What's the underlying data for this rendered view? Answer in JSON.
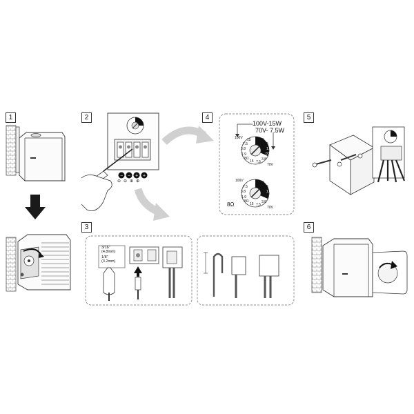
{
  "steps": [
    {
      "number": "1"
    },
    {
      "number": "2"
    },
    {
      "number": "3"
    },
    {
      "number": "4"
    },
    {
      "number": "5"
    },
    {
      "number": "6"
    }
  ],
  "step3": {
    "dim_label_1": "3/16\"",
    "dim_label_2": "(4.8mm)",
    "dim_label_3": "1/8\"",
    "dim_label_4": "(3.2mm)"
  },
  "step4": {
    "voltage_label_100v": "100V-15W",
    "voltage_label_70v": "70V- 7.5W",
    "dial_label_100v": "100V",
    "dial_label_70v": "70V",
    "impedance_label": "8Ω",
    "dial_upper_values": [
      "15",
      "7.5",
      "3.8",
      "1.9",
      "30",
      "60",
      "1.8",
      "0.9",
      "3.8",
      "7.5",
      "15",
      "8Ω"
    ],
    "dial_lower_values": [
      "7.5",
      "3.8",
      "1.9",
      "30",
      "60",
      "1.8",
      "3.8",
      "7.5",
      "15",
      "8Ω"
    ]
  },
  "step2": {
    "polarity_symbols": [
      "⊖",
      "⊖",
      "⊕",
      "⊕"
    ]
  },
  "colors": {
    "line": "#333333",
    "arrow_gray": "#cfcfcf",
    "arrow_black": "#1a1a1a",
    "panel_border": "#888888",
    "shade": "#e9e9e9"
  }
}
